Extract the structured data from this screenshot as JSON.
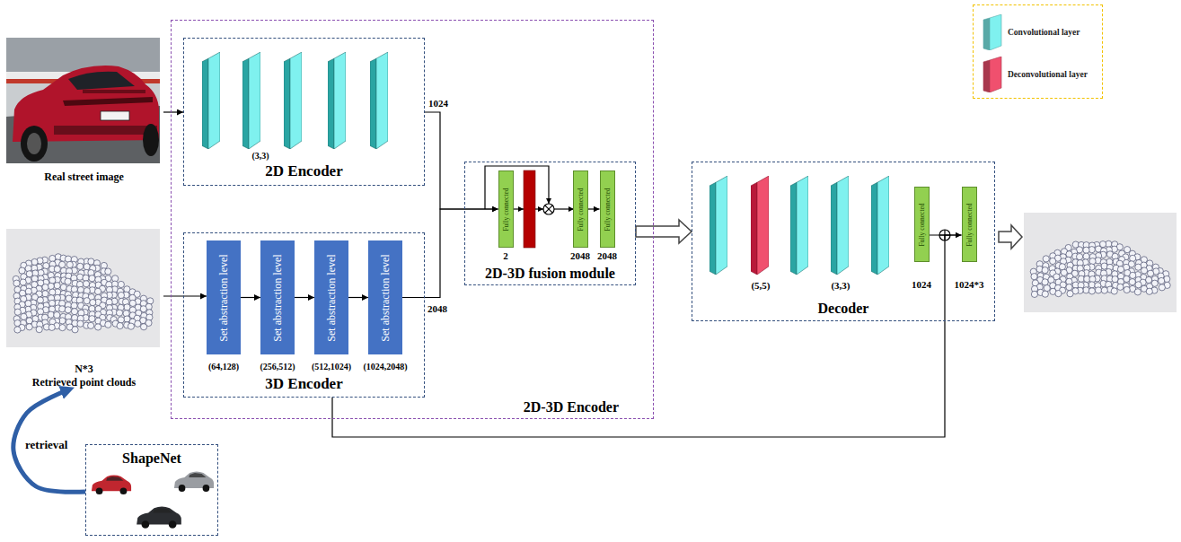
{
  "diagram": {
    "nodes": [
      {
        "text": [
          "Real street image"
        ]
      },
      {
        "text": [
          "N*3",
          "Retrieved point clouds"
        ]
      },
      {
        "text": [
          "2D-3D Encoder"
        ]
      },
      {
        "text": [
          "2D Encoder"
        ],
        "in": 2
      },
      {
        "text": [
          "3D Encoder"
        ],
        "in": 2
      },
      {
        "text": [
          "Set abstraction level",
          "(64,128)"
        ],
        "in": 4
      },
      {
        "text": [
          "Set abstraction level",
          "(256,512)"
        ],
        "in": 4
      },
      {
        "text": [
          "Set abstraction level",
          "(512,1024)"
        ],
        "in": 4
      },
      {
        "text": [
          "Set abstraction level",
          "(1024,2048)"
        ],
        "in": 4
      },
      {
        "text": [
          "2D-3D fusion module"
        ],
        "in": 2
      },
      {
        "text": [
          "Fully connected",
          "2"
        ],
        "in": 9
      },
      {
        "text": [
          "Fully connected",
          "2048"
        ],
        "in": 9
      },
      {
        "text": [
          "Fully connected",
          "2048"
        ],
        "in": 9
      },
      {
        "text": [
          "Decoder"
        ]
      },
      {
        "text": [
          "Fully connected",
          "1024"
        ],
        "in": 13
      },
      {
        "text": [
          "Fully connected",
          "1024*3"
        ],
        "in": 13
      },
      {
        "text": [
          "ShapeNet"
        ]
      }
    ],
    "edges": [
      {
        "from": 0,
        "to": 3,
        "arrow": "to"
      },
      {
        "from": 1,
        "to": 5,
        "arrow": "to"
      },
      {
        "from": 5,
        "to": 6,
        "arrow": "to"
      },
      {
        "from": 6,
        "to": 7,
        "arrow": "to"
      },
      {
        "from": 7,
        "to": 8,
        "arrow": "to"
      },
      {
        "from": 3,
        "to": 10,
        "arrow": "to"
      },
      {
        "from": 8,
        "to": 10,
        "arrow": "to"
      },
      {
        "from": 11,
        "to": 12,
        "arrow": "to"
      },
      {
        "from": 9,
        "to": 13,
        "arrow": "to"
      },
      {
        "from": 14,
        "to": 15,
        "arrow": "to"
      },
      {
        "from": 4,
        "to": 15,
        "arrow": "none"
      },
      {
        "from": 16,
        "to": 1,
        "arrow": "to"
      }
    ],
    "labels": [
      "(3,3)",
      "1024",
      "2048",
      "(5,5)",
      "(3,3)",
      "retrieval"
    ],
    "legend": [
      {
        "text": "Convolutional layer",
        "color": "#7ff1ef"
      },
      {
        "text": "Deconvolutional layer",
        "color": "#f0506e"
      }
    ]
  }
}
